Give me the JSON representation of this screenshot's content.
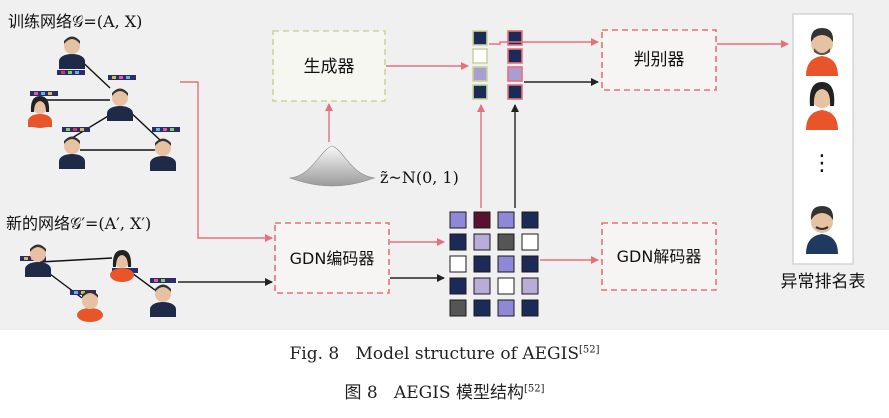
{
  "diagram": {
    "train_graph_label": "训练网络𝒢=(A, X)",
    "new_graph_label": "新的网络𝒢′=(A′, X′)",
    "generator_label": "生成器",
    "discriminator_label": "判别器",
    "encoder_label": "GDN编码器",
    "decoder_label": "GDN解码器",
    "noise_label": "z̃~N(0, 1)",
    "ranking_label": "异常排名表",
    "ellipsis": "⋮"
  },
  "icons": [
    "person-icon",
    "gaussian-surface-icon",
    "feature-bar-icon"
  ],
  "colors": {
    "pink_arrow": "#e8707c",
    "pink_box": "#e8707c",
    "green_box": "#c9d69a",
    "navy": "#1b2a57",
    "purple": "#8f88d6",
    "lavender": "#c3bce6",
    "maroon": "#5a1030",
    "gray": "#555555",
    "orange_shirt": "#e8552a"
  },
  "caption": {
    "en_fig": "Fig. 8",
    "en_text": "Model structure of AEGIS",
    "cn_fig": "图 8",
    "cn_text": "AEGIS 模型结构",
    "ref": "[52]"
  }
}
